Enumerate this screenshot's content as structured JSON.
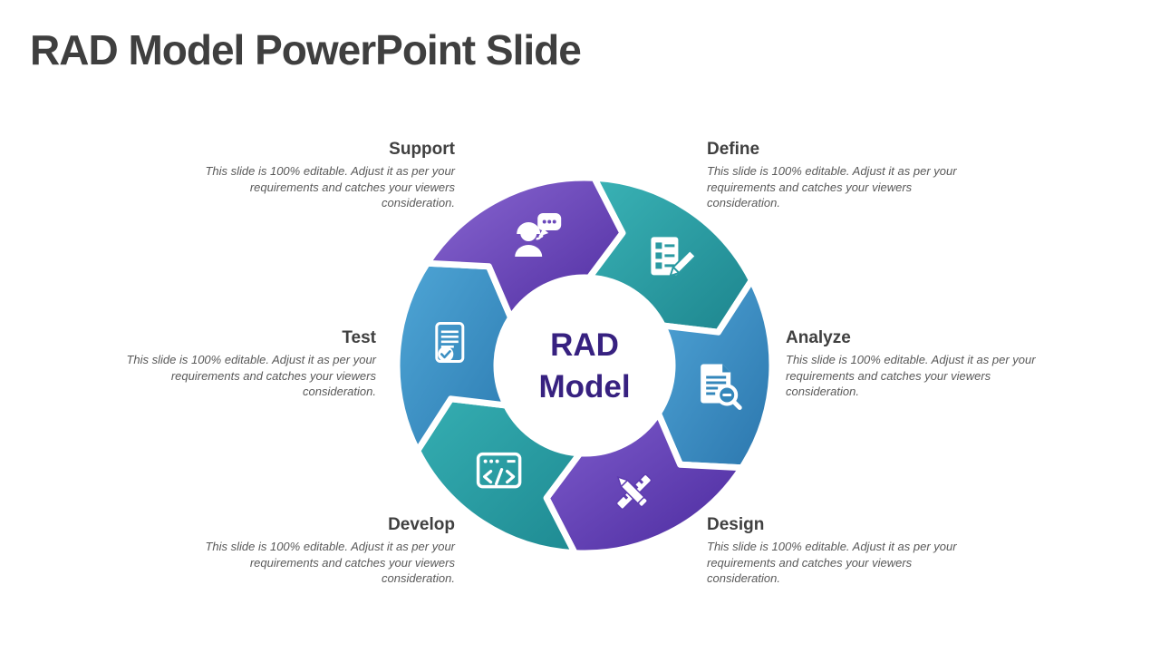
{
  "slide": {
    "title": "RAD Model PowerPoint Slide",
    "title_color": "#3f3f3f",
    "background": "#ffffff"
  },
  "center": {
    "line1": "RAD",
    "line2": "Model",
    "text_color": "#372180",
    "circle_color": "#ffffff"
  },
  "description": "This slide is 100% editable. Adjust it as per your requirements and catches your viewers consideration.",
  "heading_color": "#404040",
  "body_color": "#595959",
  "phases": [
    {
      "label": "Define",
      "icon": "checklist-pencil-icon",
      "color_from": "#3ab3b6",
      "color_to": "#1d858e",
      "icon_accent": "#2a9aa2"
    },
    {
      "label": "Analyze",
      "icon": "document-magnifier-icon",
      "color_from": "#4fa4d6",
      "color_to": "#2b76ad",
      "icon_accent": "#3487bb"
    },
    {
      "label": "Design",
      "icon": "pencil-ruler-icon",
      "color_from": "#7e5ccc",
      "color_to": "#4b2a9e",
      "icon_accent": "#5e3cb0"
    },
    {
      "label": "Develop",
      "icon": "code-window-icon",
      "color_from": "#35aeb2",
      "color_to": "#1e8a92",
      "icon_accent": "#27969c"
    },
    {
      "label": "Test",
      "icon": "document-check-icon",
      "color_from": "#4fa6d6",
      "color_to": "#2d7cb2",
      "icon_accent": "#3b8fc2"
    },
    {
      "label": "Support",
      "icon": "support-agent-icon",
      "color_from": "#8a68d2",
      "color_to": "#502da1",
      "icon_accent": "#6a48bb"
    }
  ]
}
